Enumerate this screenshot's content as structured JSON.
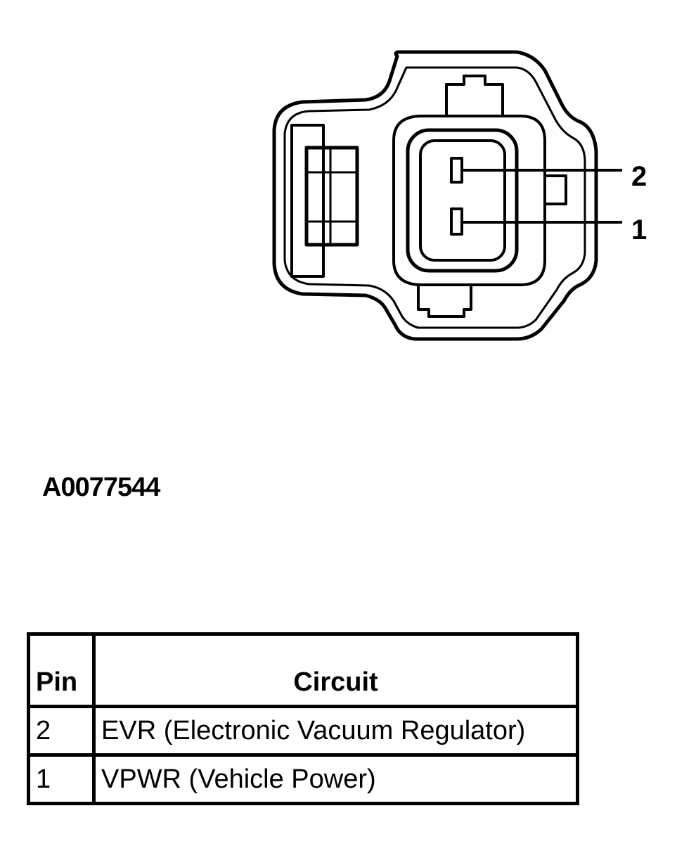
{
  "diagram": {
    "pin_labels": [
      "2",
      "1"
    ],
    "reference_id": "A0077544"
  },
  "table": {
    "headers": {
      "pin": "Pin",
      "circuit": "Circuit"
    },
    "rows": [
      {
        "pin": "2",
        "circuit": "EVR (Electronic Vacuum Regulator)"
      },
      {
        "pin": "1",
        "circuit": "VPWR (Vehicle Power)"
      }
    ]
  }
}
